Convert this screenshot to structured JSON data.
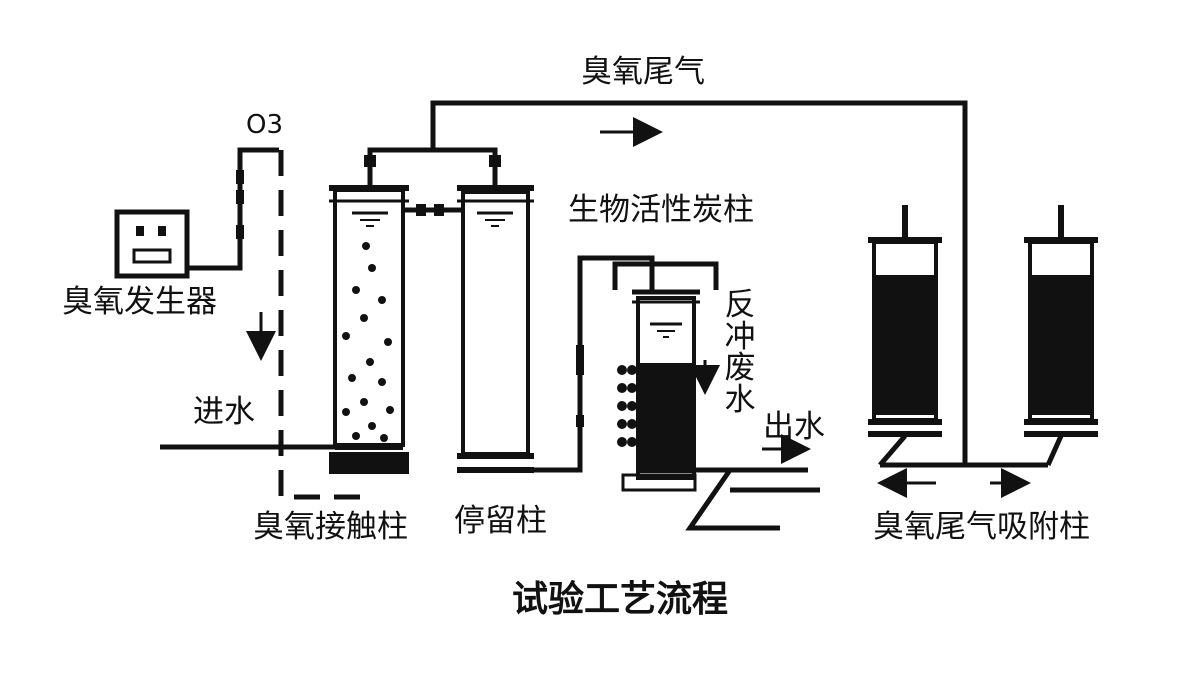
{
  "diagram": {
    "title": "试验工艺流程",
    "labels": {
      "ozone_tail_gas": "臭氧尾气",
      "o3": "O3",
      "ozone_generator": "臭氧发生器",
      "inlet_water": "进水",
      "ozone_contact_column": "臭氧接触柱",
      "retention_column": "停留柱",
      "bac_column": "生物活性炭柱",
      "backwash_wastewater": "反冲废水",
      "outlet_water": "出水",
      "tail_gas_adsorption_column": "臭氧尾气吸附柱"
    }
  }
}
